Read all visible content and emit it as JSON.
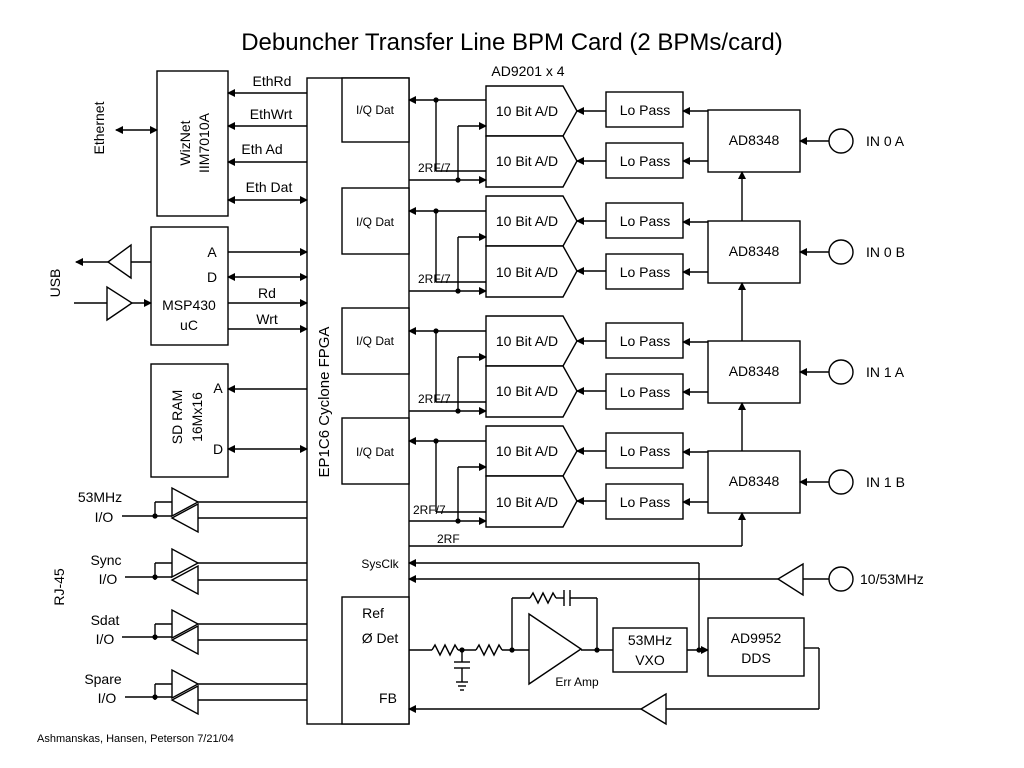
{
  "title": "Debuncher Transfer Line BPM Card (2 BPMs/card)",
  "footer": "Ashmanskas, Hansen, Peterson 7/21/04",
  "fpga": {
    "label": "EP1C6  Cyclone FPGA",
    "iq": "I/Q Dat",
    "sysclk": "SysClk",
    "ref": "Ref",
    "det": "Ø Det",
    "fb": "FB"
  },
  "wiznet": {
    "line1": "WizNet",
    "line2": "IIM7010A",
    "ext": "Ethernet",
    "sig": [
      "EthRd",
      "EthWrt",
      "Eth Ad",
      "Eth Dat"
    ]
  },
  "msp430": {
    "line1": "MSP430",
    "line2": "uC",
    "pin_a": "A",
    "pin_d": "D",
    "rd": "Rd",
    "wrt": "Wrt",
    "ext": "USB"
  },
  "sdram": {
    "line1": "SD RAM",
    "line2": "16Mx16",
    "pin_a": "A",
    "pin_d": "D"
  },
  "ad9201": "AD9201 x 4",
  "adc_label": "10 Bit A/D",
  "lopass_label": "Lo Pass",
  "rf7": "2RF/7",
  "rf2": "2RF",
  "ad8348": "AD8348",
  "inputs": [
    "IN 0 A",
    "IN 0 B",
    "IN 1 A",
    "IN 1 B"
  ],
  "io": [
    {
      "l1": "53MHz",
      "l2": "I/O"
    },
    {
      "l1": "Sync",
      "l2": "I/O"
    },
    {
      "l1": "Sdat",
      "l2": "I/O"
    },
    {
      "l1": "Spare",
      "l2": "I/O"
    }
  ],
  "rj45": "RJ-45",
  "clock_in": "10/53MHz",
  "vxo": {
    "l1": "53MHz",
    "l2": "VXO"
  },
  "dds": {
    "l1": "AD9952",
    "l2": "DDS"
  },
  "err_amp": "Err Amp"
}
